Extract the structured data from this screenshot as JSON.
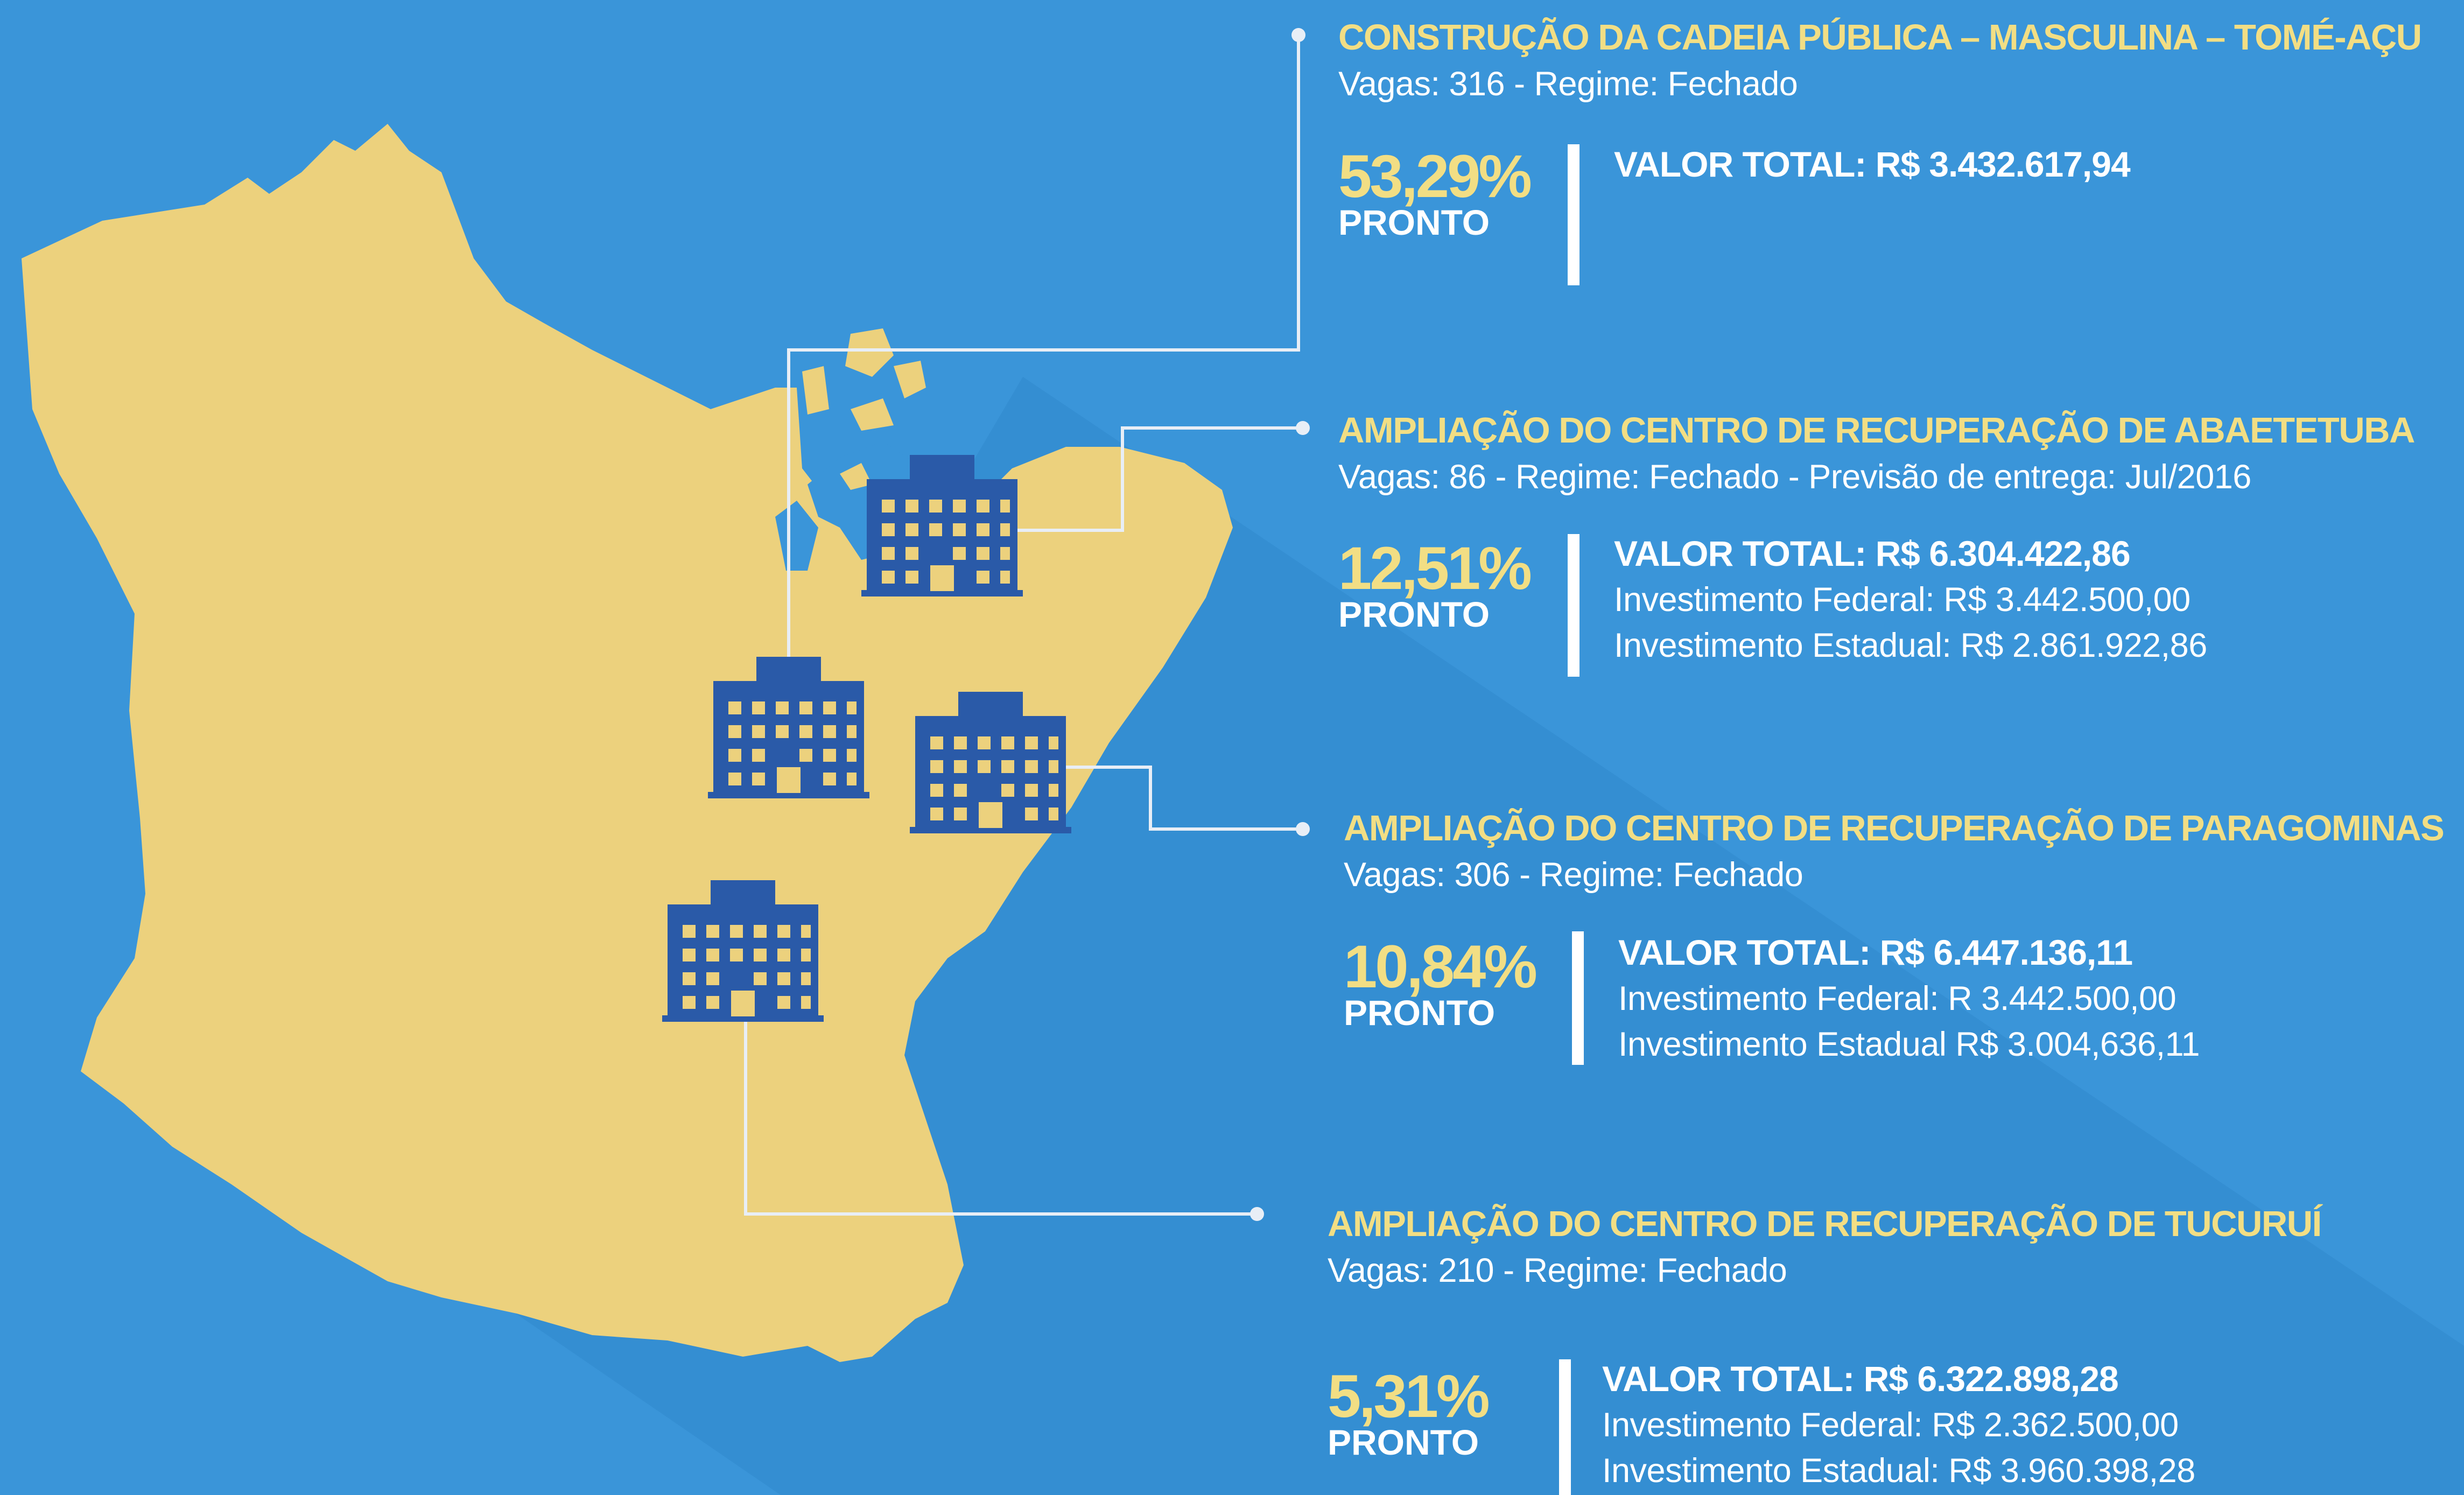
{
  "colors": {
    "background": "#3a95d9",
    "map_fill": "#ecd17d",
    "building": "#2a5aa8",
    "title_yellow": "#f2de84",
    "text_white": "#ffffff"
  },
  "icons": [
    "map-state-shape",
    "building-icon",
    "connector-dot"
  ],
  "projects": [
    {
      "title": "CONSTRUÇÃO DA CADEIA PÚBLICA – MASCULINA – TOMÉ-AÇU",
      "details": "Vagas: 316  -  Regime: Fechado",
      "percent": "53,29%",
      "status": "PRONTO",
      "valor_total": "VALOR TOTAL: R$ 3.432.617,94"
    },
    {
      "title": "AMPLIAÇÃO DO CENTRO DE RECUPERAÇÃO DE ABAETETUBA",
      "details": "Vagas: 86  -  Regime: Fechado - Previsão de entrega: Jul/2016",
      "percent": "12,51%",
      "status": "PRONTO",
      "valor_total": "VALOR TOTAL: R$ 6.304.422,86",
      "inv_federal": "Investimento Federal:  R$ 3.442.500,00",
      "inv_estadual": "Investimento Estadual:  R$ 2.861.922,86"
    },
    {
      "title": "AMPLIAÇÃO DO CENTRO DE RECUPERAÇÃO DE PARAGOMINAS",
      "details": "Vagas: 306  -  Regime: Fechado",
      "percent": "10,84%",
      "status": "PRONTO",
      "valor_total": "VALOR TOTAL: R$ 6.447.136,11",
      "inv_federal": "Investimento Federal: R 3.442.500,00",
      "inv_estadual": "Investimento Estadual R$ 3.004,636,11"
    },
    {
      "title": "AMPLIAÇÃO DO CENTRO DE RECUPERAÇÃO DE TUCURUÍ",
      "details": "Vagas: 210  -  Regime:  Fechado",
      "percent": "5,31%",
      "status": "PRONTO",
      "valor_total": "VALOR TOTAL: R$ 6.322.898,28",
      "inv_federal": "Investimento Federal:  R$ 2.362.500,00",
      "inv_estadual": "Investimento Estadual:  R$ 3.960.398,28"
    }
  ]
}
